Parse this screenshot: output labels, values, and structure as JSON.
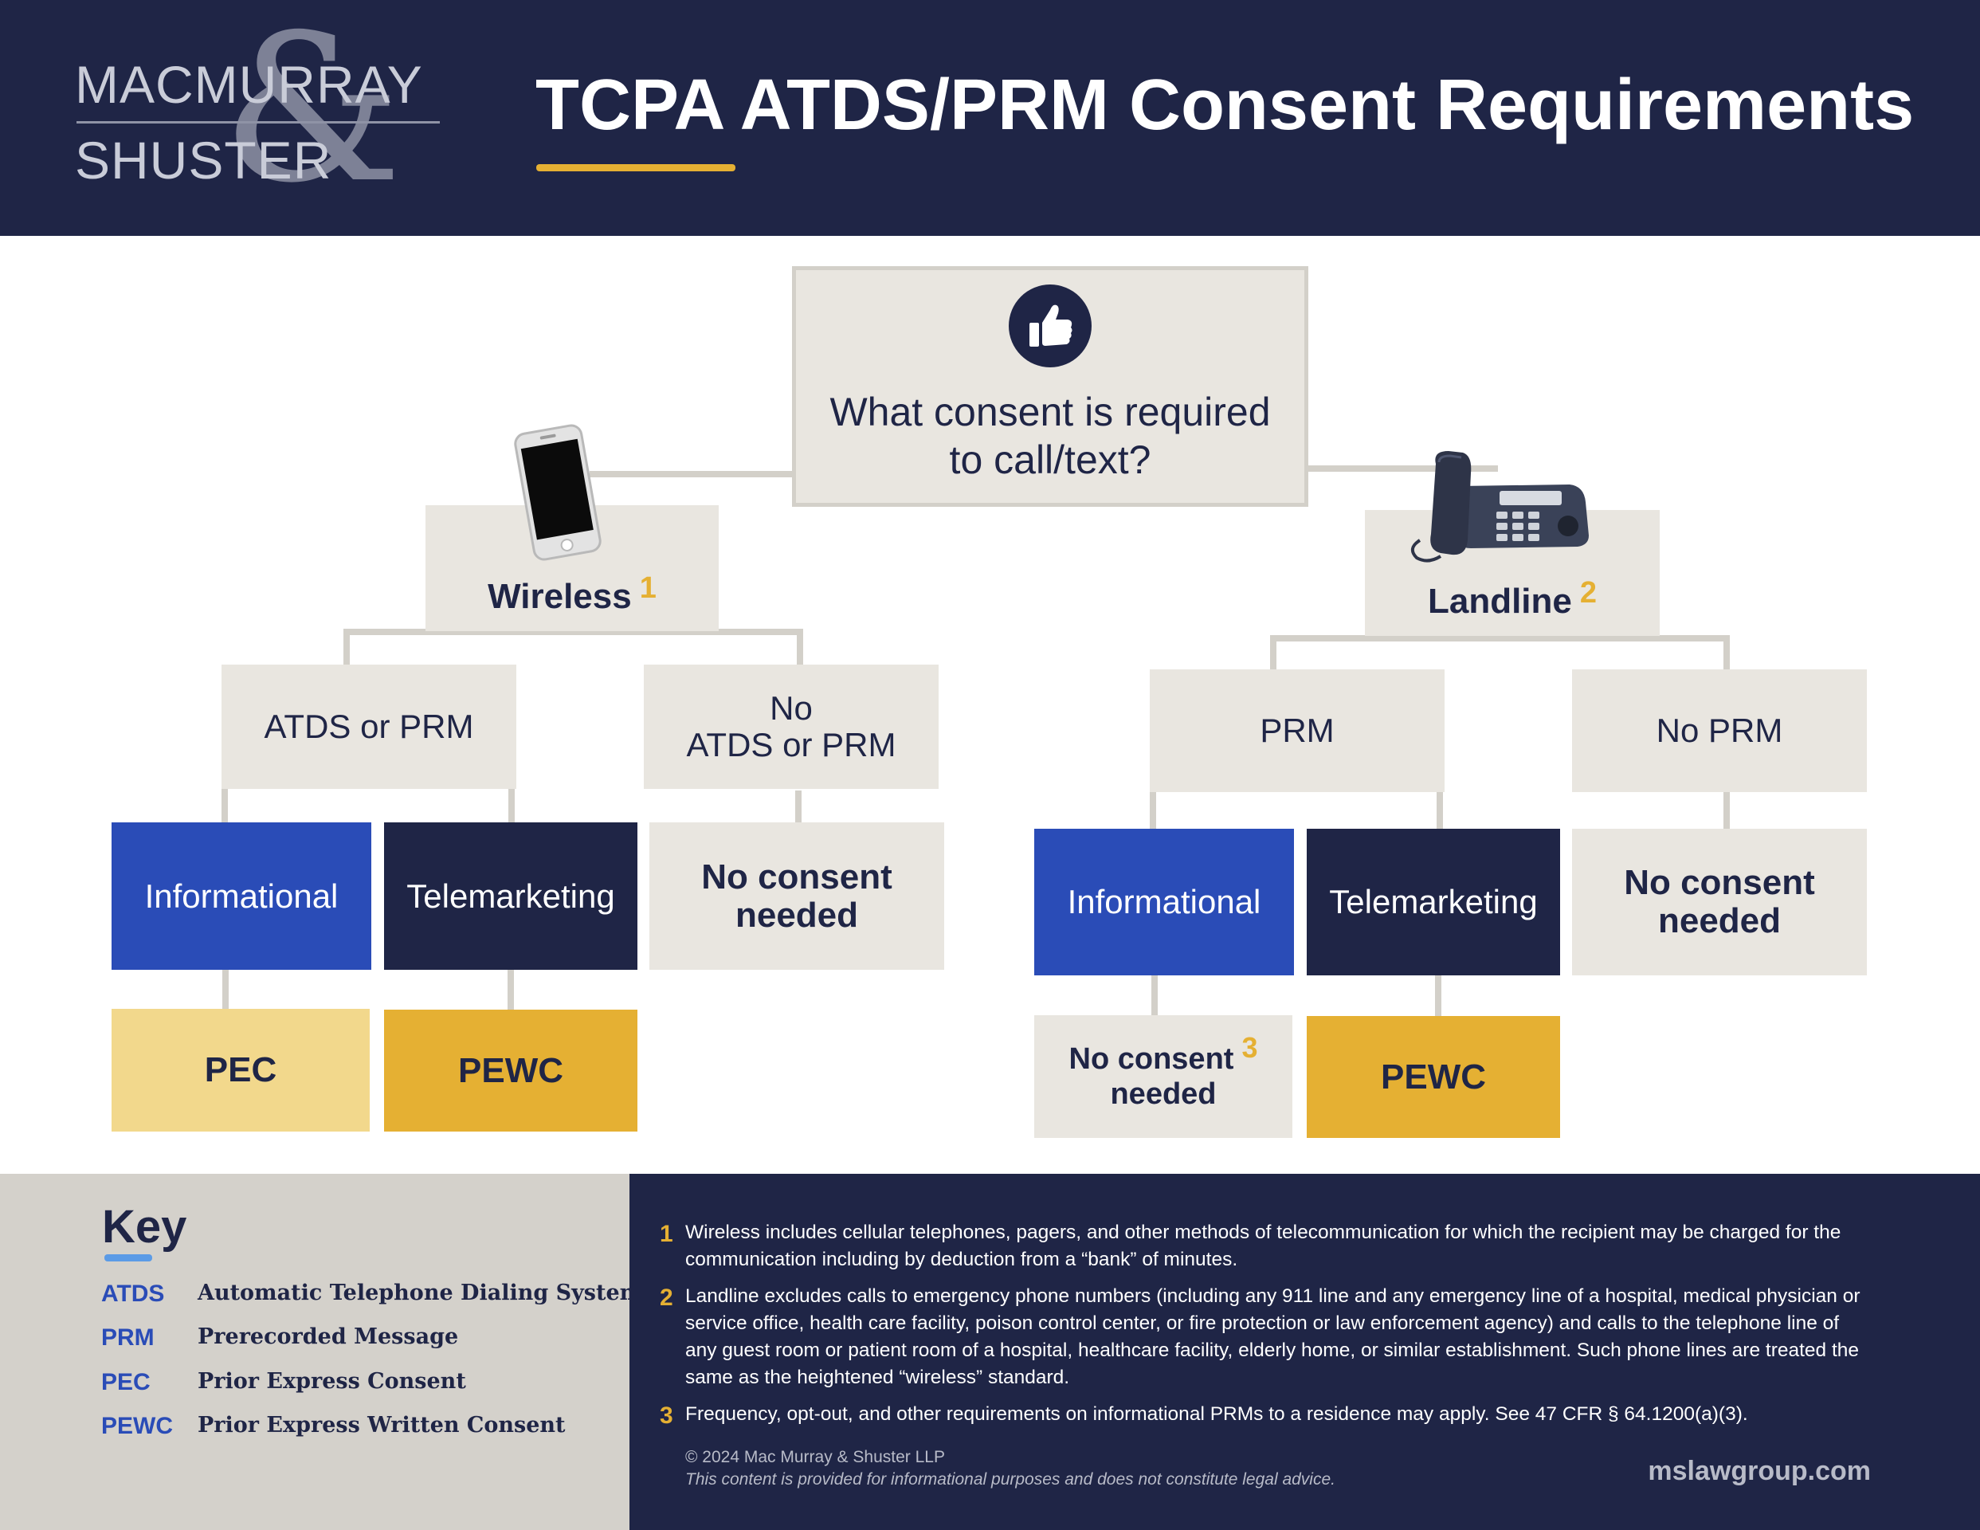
{
  "header": {
    "logo": {
      "line1": "MACMURRAY",
      "line2": "SHUSTER",
      "amp": "&"
    },
    "title": "TCPA ATDS/PRM Consent Requirements"
  },
  "diagram": {
    "root": {
      "icon": "thumbs-up-icon",
      "text_line1": "What consent is required",
      "text_line2": "to call/text?"
    },
    "wireless": {
      "icon": "smartphone-icon",
      "label": "Wireless",
      "note_ref": "1",
      "atds_prm": "ATDS or PRM",
      "no_atds_prm_line1": "No",
      "no_atds_prm_line2": "ATDS or PRM",
      "informational": "Informational",
      "telemarketing": "Telemarketing",
      "no_consent_line1": "No consent",
      "no_consent_line2": "needed",
      "pec": "PEC",
      "pewc": "PEWC"
    },
    "landline": {
      "icon": "desk-phone-icon",
      "label": "Landline",
      "note_ref": "2",
      "prm": "PRM",
      "no_prm": "No PRM",
      "informational": "Informational",
      "telemarketing": "Telemarketing",
      "no_consent_line1": "No consent",
      "no_consent_line2": "needed",
      "info_result_line1": "No consent",
      "info_result_line2": "needed",
      "info_result_ref": "3",
      "pewc": "PEWC"
    }
  },
  "key": {
    "title": "Key",
    "items": [
      {
        "abbr": "ATDS",
        "definition": "Automatic Telephone Dialing System"
      },
      {
        "abbr": "PRM",
        "definition": "Prerecorded Message"
      },
      {
        "abbr": "PEC",
        "definition": "Prior Express Consent"
      },
      {
        "abbr": "PEWC",
        "definition": "Prior Express Written Consent"
      }
    ]
  },
  "footnotes": [
    {
      "num": "1",
      "text": "Wireless includes cellular telephones, pagers, and other methods of telecommunication for which the recipient may be charged for the communication including by deduction from a “bank” of minutes."
    },
    {
      "num": "2",
      "text": "Landline excludes calls to emergency phone numbers (including any 911 line and any emergency line of a hospital, medical physician or service office, health care facility, poison control center, or fire protection or law enforcement agency) and calls to the telephone line of any guest room or patient room of a hospital, healthcare facility, elderly home, or similar establishment. Such phone lines are treated the same as the heightened “wireless” standard."
    },
    {
      "num": "3",
      "text": "Frequency, opt-out, and other requirements on informational PRMs to a residence may apply. See 47 CFR § 64.1200(a)(3)."
    }
  ],
  "footer": {
    "copyright": "© 2024 Mac Murray & Shuster LLP",
    "disclaimer": "This content is provided for informational purposes and does not constitute legal advice.",
    "website": "mslawgroup.com"
  },
  "colors": {
    "navy": "#1f2546",
    "blue": "#2a4cb7",
    "gold": "#e5b033",
    "light_gold": "#f2d88c",
    "beige": "#e9e6e0",
    "key_bg": "#d4d1cb",
    "connector": "#d3d0c9"
  }
}
